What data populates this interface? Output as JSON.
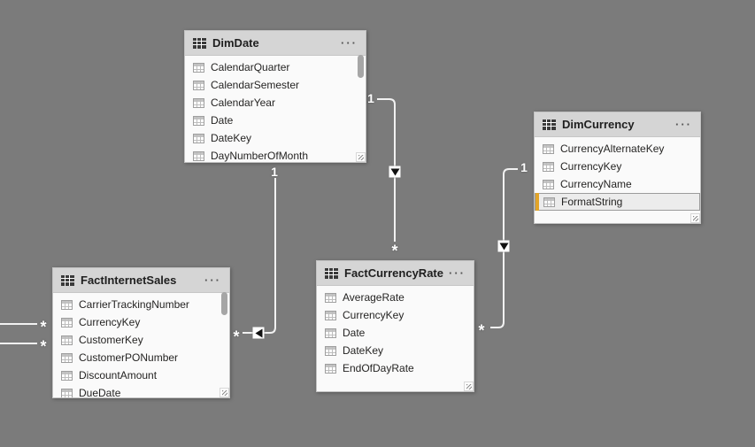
{
  "canvas": {
    "view": "Power BI model view diagram",
    "background_color": "#7b7b7b",
    "relationship_line_color": "#f1f1f1",
    "selected_field_accent_color": "#e2a428"
  },
  "ui": {
    "more_options_label": "···"
  },
  "tables": [
    {
      "name": "DimDate",
      "fields": [
        "CalendarQuarter",
        "CalendarSemester",
        "CalendarYear",
        "Date",
        "DateKey",
        "DayNumberOfMonth"
      ],
      "has_scrollbar": true
    },
    {
      "name": "DimCurrency",
      "fields": [
        "CurrencyAlternateKey",
        "CurrencyKey",
        "CurrencyName",
        "FormatString"
      ],
      "selected_field": "FormatString",
      "has_scrollbar": false
    },
    {
      "name": "FactInternetSales",
      "fields": [
        "CarrierTrackingNumber",
        "CurrencyKey",
        "CustomerKey",
        "CustomerPONumber",
        "DiscountAmount",
        "DueDate"
      ],
      "has_scrollbar": true
    },
    {
      "name": "FactCurrencyRate",
      "fields": [
        "AverageRate",
        "CurrencyKey",
        "Date",
        "DateKey",
        "EndOfDayRate"
      ],
      "has_scrollbar": false
    }
  ],
  "relationships": [
    {
      "name": "DimDate to FactInternetSales",
      "one_label": "1",
      "many_label": "*",
      "arrow_direction": "left"
    },
    {
      "name": "DimDate to FactCurrencyRate",
      "one_label": "1",
      "many_label": "*",
      "arrow_direction": "down"
    },
    {
      "name": "DimCurrency to FactCurrencyRate",
      "one_label": "1",
      "many_label": "*",
      "arrow_direction": "down"
    },
    {
      "name": "offscreen table to FactInternetSales (upper)",
      "many_label": "*"
    },
    {
      "name": "offscreen table to FactInternetSales (lower)",
      "many_label": "*"
    }
  ]
}
